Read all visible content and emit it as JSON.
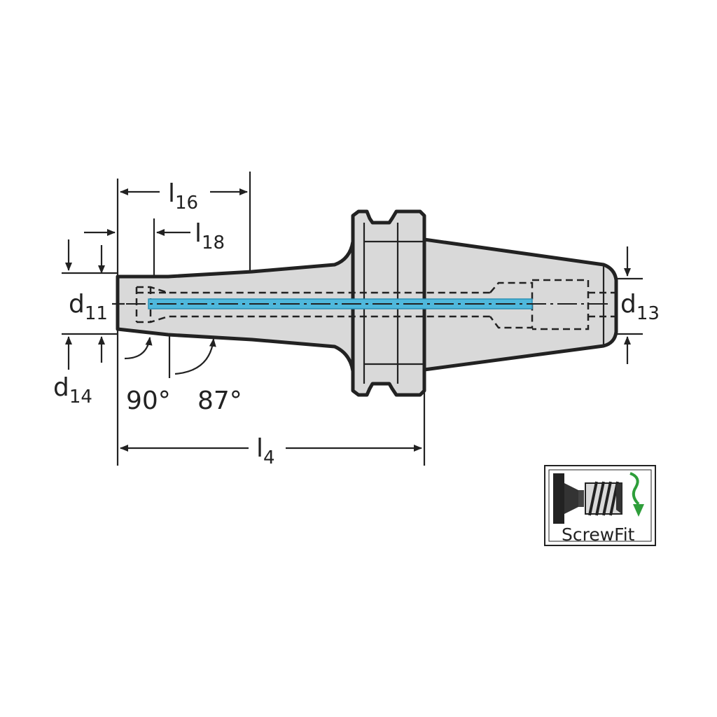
{
  "labels": {
    "d11": {
      "main": "d",
      "sub": "11"
    },
    "d13": {
      "main": "d",
      "sub": "13"
    },
    "d14": {
      "main": "d",
      "sub": "14"
    },
    "l16": {
      "main": "l",
      "sub": "16"
    },
    "l18": {
      "main": "l",
      "sub": "18"
    },
    "l4": {
      "main": "l",
      "sub": "4"
    },
    "angle_90": "90°",
    "angle_87": "87°"
  },
  "logo": {
    "text": "ScrewFit",
    "icon": "screwfit-icon",
    "arrow_color": "#2e9e3a"
  },
  "colors": {
    "body": "#d9d9d9",
    "outline": "#222222",
    "coolant": "#4fb8dc"
  }
}
